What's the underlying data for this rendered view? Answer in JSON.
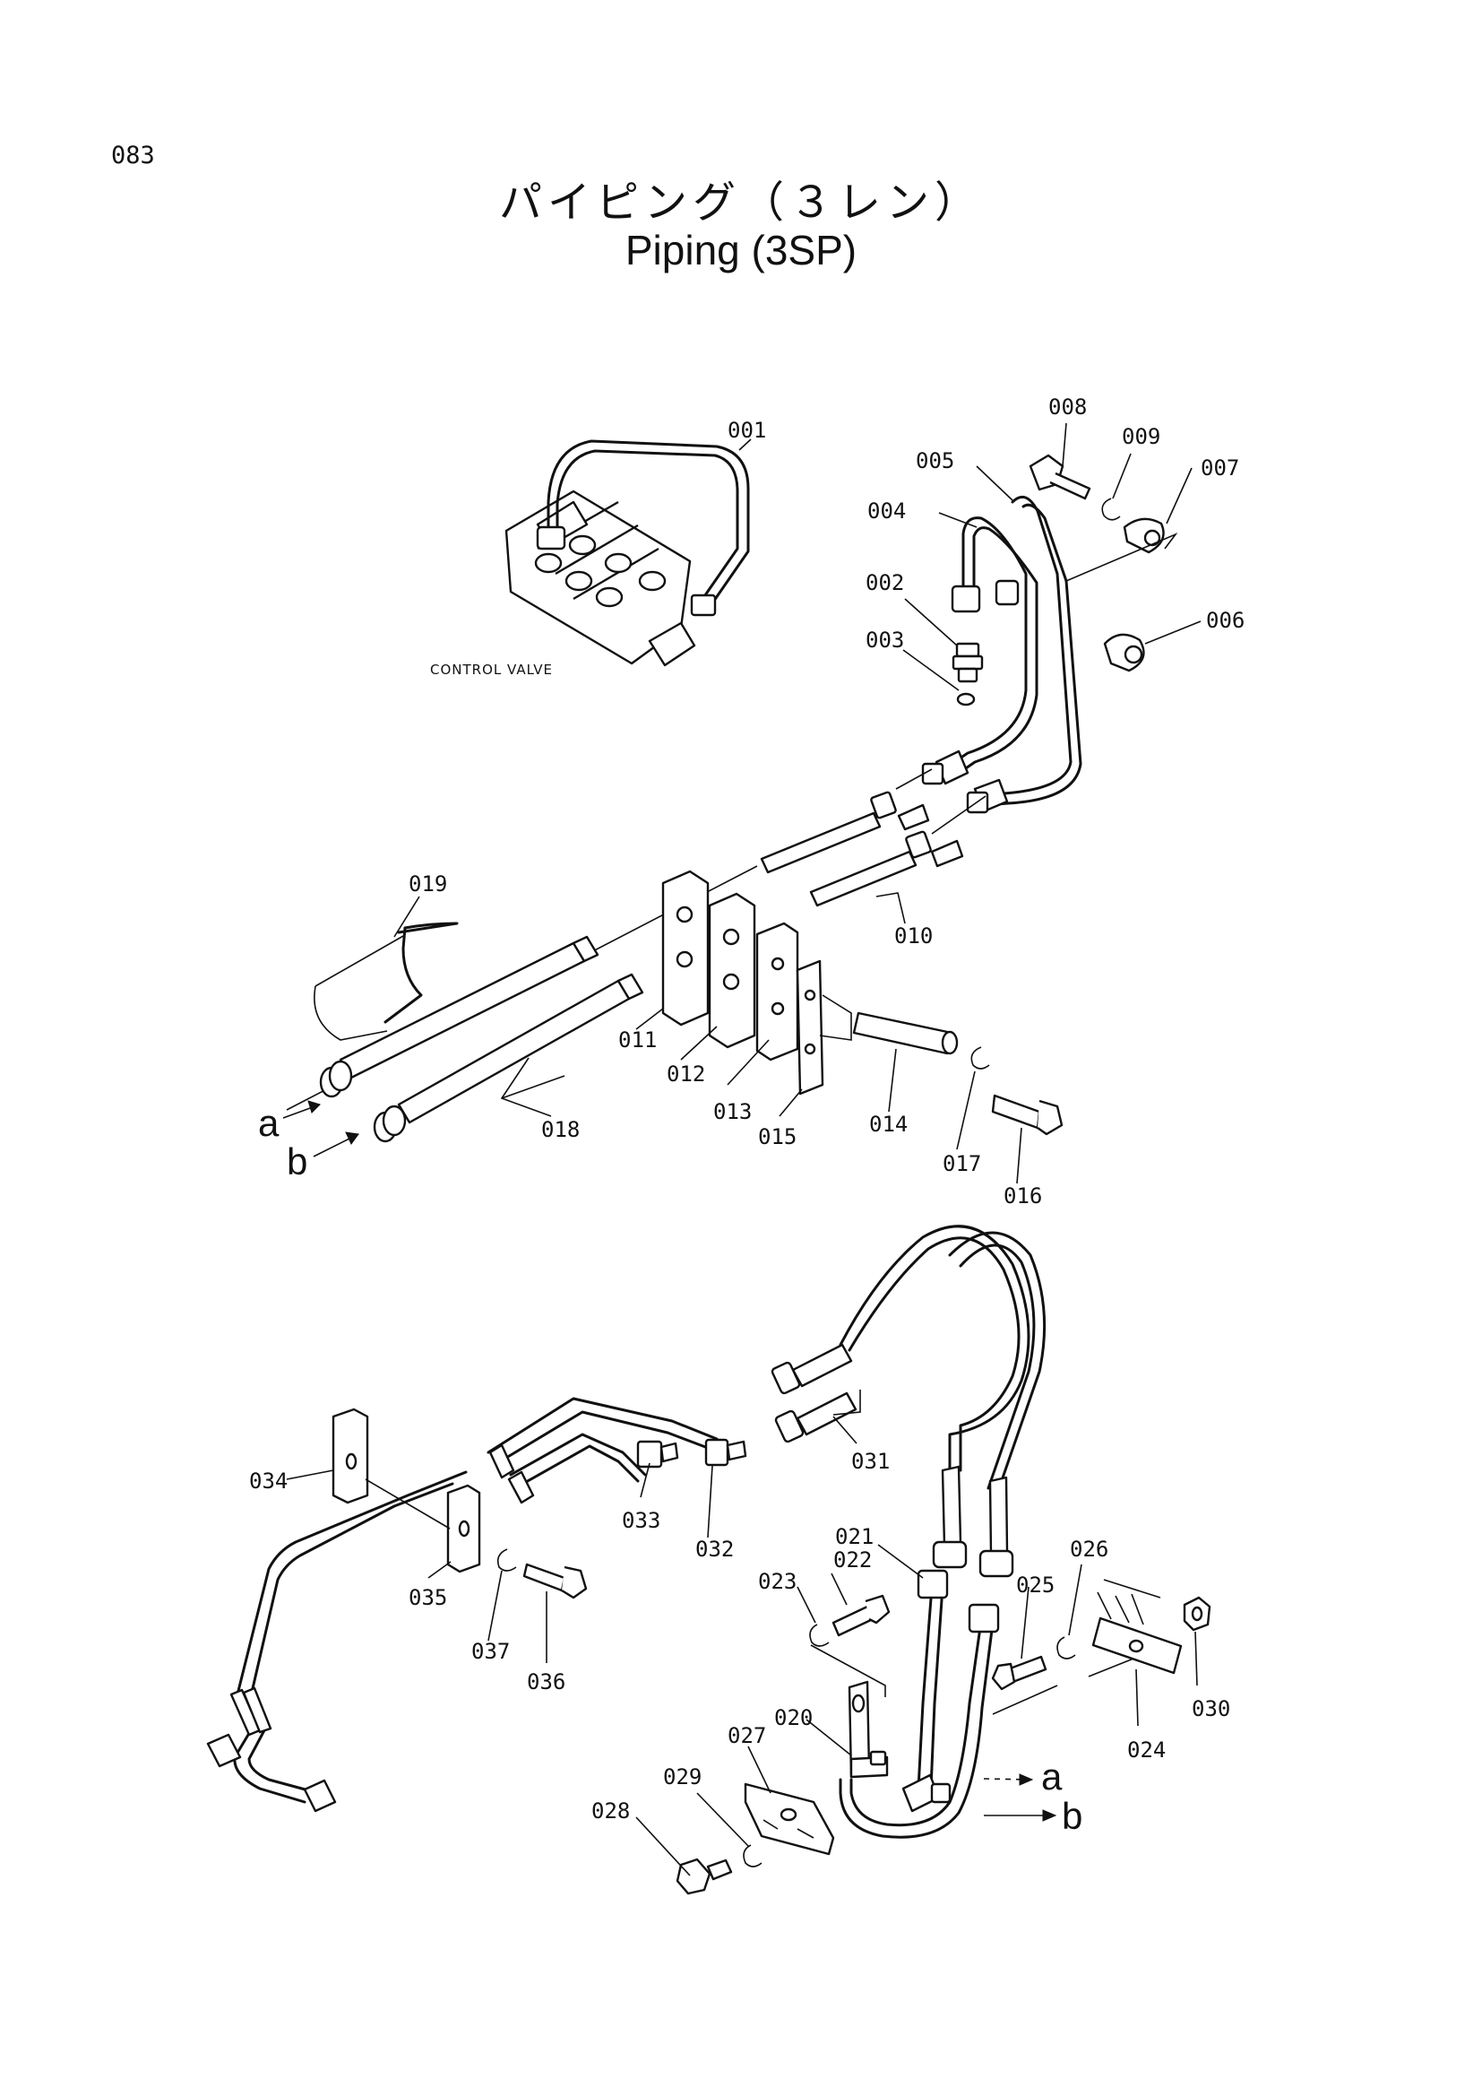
{
  "page_number": "083",
  "title_jp": "パイピング（３レン）",
  "title_en": "Piping (3SP)",
  "control_valve_label": "CONTROL VALVE",
  "flow_marks": {
    "a": "a",
    "b": "b"
  },
  "callouts": {
    "p001": "001",
    "p002": "002",
    "p003": "003",
    "p004": "004",
    "p005": "005",
    "p006": "006",
    "p007": "007",
    "p008": "008",
    "p009": "009",
    "p010": "010",
    "p011": "011",
    "p012": "012",
    "p013": "013",
    "p014": "014",
    "p015": "015",
    "p016": "016",
    "p017": "017",
    "p018": "018",
    "p019": "019",
    "p020": "020",
    "p021": "021",
    "p022": "022",
    "p023": "023",
    "p024": "024",
    "p025": "025",
    "p026": "026",
    "p027": "027",
    "p028": "028",
    "p029": "029",
    "p030": "030",
    "p031": "031",
    "p032": "032",
    "p033": "033",
    "p034": "034",
    "p035": "035",
    "p036": "036",
    "p037": "037"
  }
}
